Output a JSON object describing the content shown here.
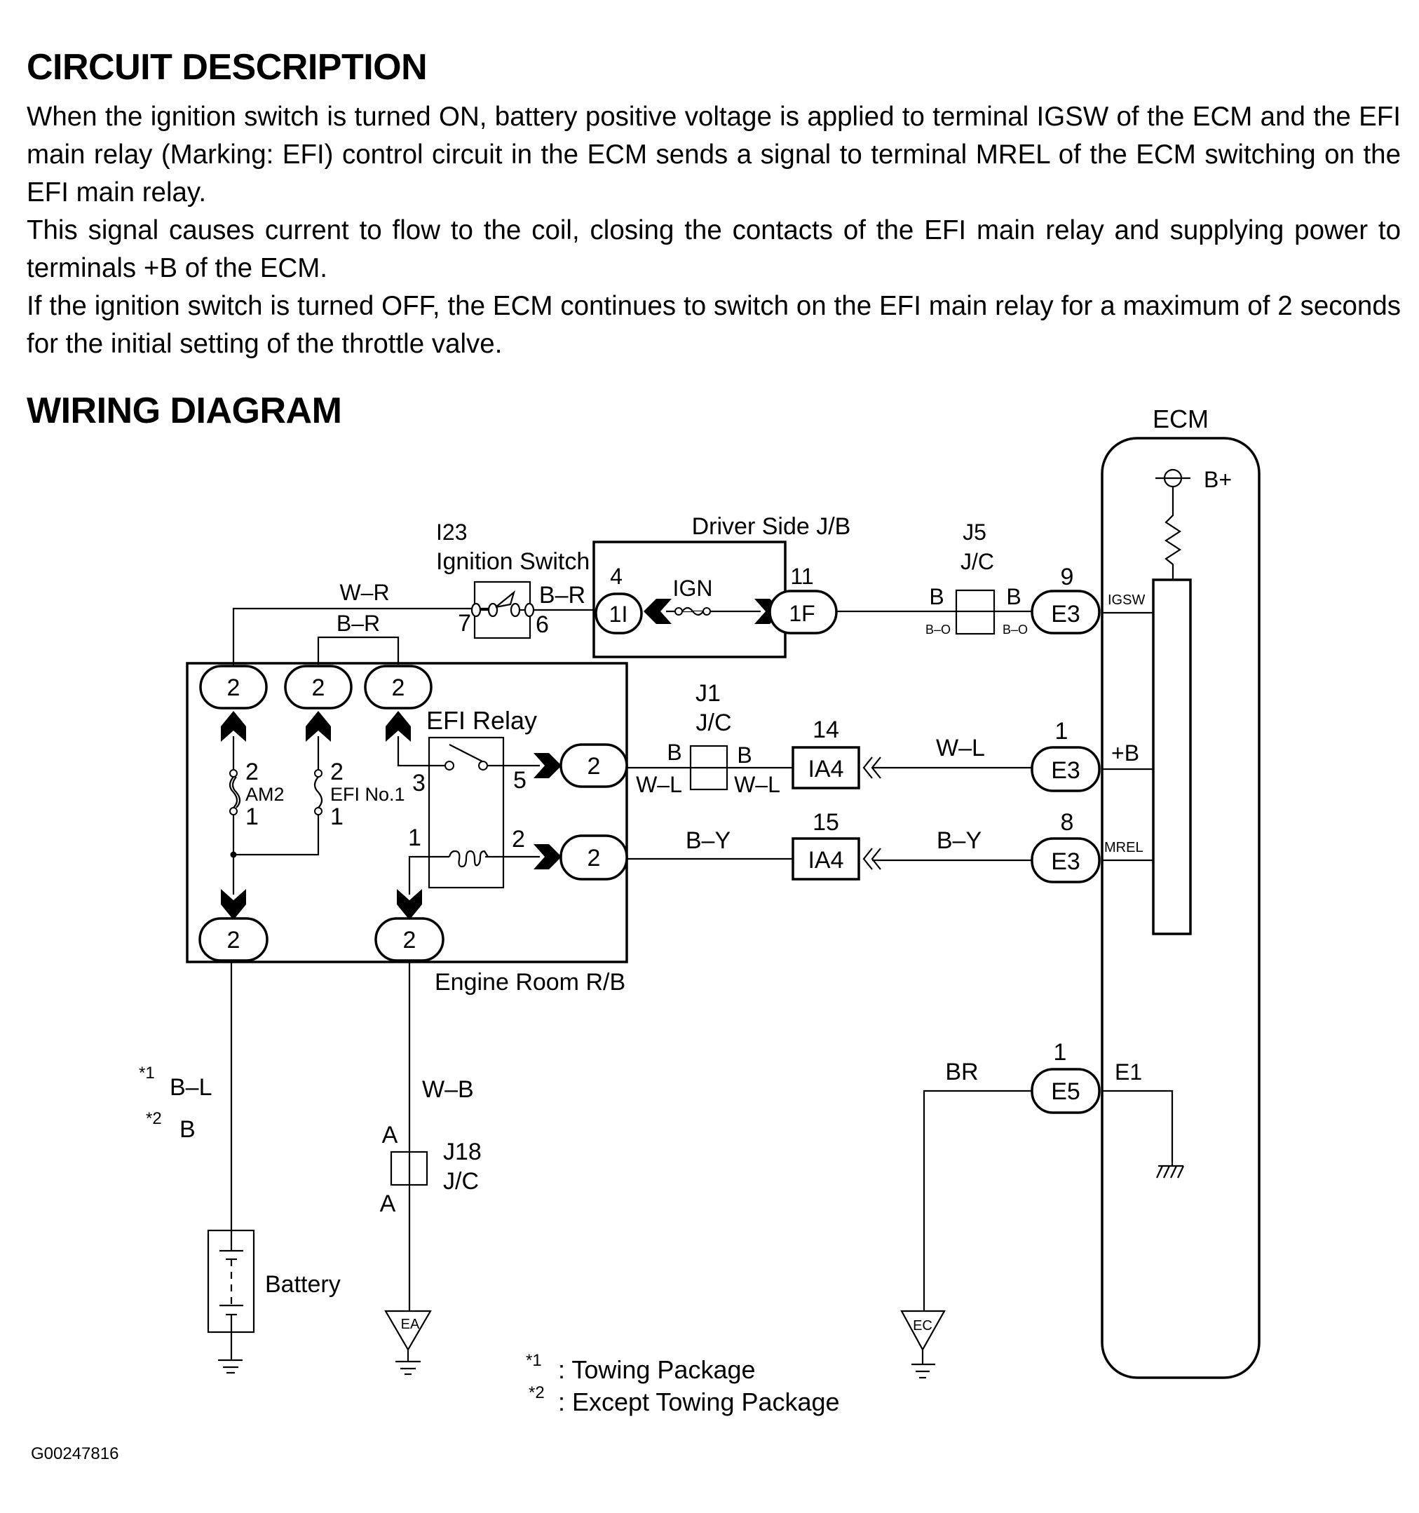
{
  "circuit_description": {
    "heading": "CIRCUIT DESCRIPTION",
    "paragraphs": [
      "When the ignition switch is turned ON, battery positive voltage is applied to terminal IGSW of the ECM and the EFI main relay (Marking: EFI) control circuit in the ECM sends a signal to terminal MREL of the ECM switching on the EFI main relay.",
      "This signal causes current to flow to the coil, closing the contacts of the EFI main relay and supplying power to terminals +B of the ECM.",
      "If the ignition switch is turned OFF, the ECM continues to switch on the EFI main relay for a maximum of 2 seconds for the initial setting of the throttle valve."
    ]
  },
  "wiring_diagram": {
    "heading": "WIRING DIAGRAM",
    "ecm": {
      "label": "ECM",
      "b_plus": "B+",
      "terminals": [
        "IGSW",
        "+B",
        "MREL",
        "E1"
      ]
    },
    "ignition_switch": {
      "code": "I23",
      "name": "Ignition Switch",
      "pin_in": "7",
      "pin_out": "6"
    },
    "driver_side_jb": {
      "label": "Driver Side J/B",
      "fuse": "IGN",
      "left_connector": {
        "pin": "4",
        "code": "1I"
      },
      "right_connector": {
        "pin": "11",
        "code": "1F"
      }
    },
    "j5": {
      "code": "J5",
      "type": "J/C",
      "left": "B",
      "right": "B",
      "left_sub": "B–O",
      "right_sub": "B–O"
    },
    "e3_igsw": {
      "pin": "9",
      "code": "E3"
    },
    "engine_room_rb": {
      "label": "Engine Room R/B",
      "top_connectors": [
        "2",
        "2",
        "2"
      ],
      "right_connectors": [
        "2",
        "2"
      ],
      "bottom_connectors": [
        "2",
        "2"
      ],
      "fuse_am2": {
        "name": "AM2",
        "pin_top": "2",
        "pin_bottom": "1"
      },
      "fuse_efi": {
        "name": "EFI No.1",
        "pin_top": "2",
        "pin_bottom": "1"
      },
      "relay": {
        "name": "EFI Relay",
        "pins": {
          "p3": "3",
          "p5": "5",
          "p1": "1",
          "p2": "2"
        }
      }
    },
    "j1": {
      "code": "J1",
      "type": "J/C",
      "left_top": "B",
      "right_top": "B",
      "left_bottom": "W–L",
      "right_bottom": "W–L"
    },
    "ia4_top": {
      "pin": "14",
      "code": "IA4"
    },
    "ia4_bottom": {
      "pin": "15",
      "code": "IA4"
    },
    "e3_b": {
      "pin": "1",
      "code": "E3"
    },
    "e3_mrel": {
      "pin": "8",
      "code": "E3"
    },
    "e5": {
      "pin": "1",
      "code": "E5"
    },
    "j18": {
      "code": "J18",
      "type": "J/C",
      "top": "A",
      "bottom": "A"
    },
    "wire_colors": {
      "top_wr": "W–R",
      "jumper_br": "B–R",
      "ign_out": "B–R",
      "wl": "W–L",
      "by_left": "B–Y",
      "by_right": "B–Y",
      "br": "BR",
      "wb": "W–B",
      "battery_1": "B–L",
      "battery_1_note": "*1",
      "battery_2": "B",
      "battery_2_note": "*2"
    },
    "battery_label": "Battery",
    "grounds": [
      "EA",
      "EC"
    ],
    "notes": [
      {
        "mark": "*1",
        "text": ": Towing Package"
      },
      {
        "mark": "*2",
        "text": ": Except Towing Package"
      }
    ]
  },
  "figure_code": "G00247816"
}
